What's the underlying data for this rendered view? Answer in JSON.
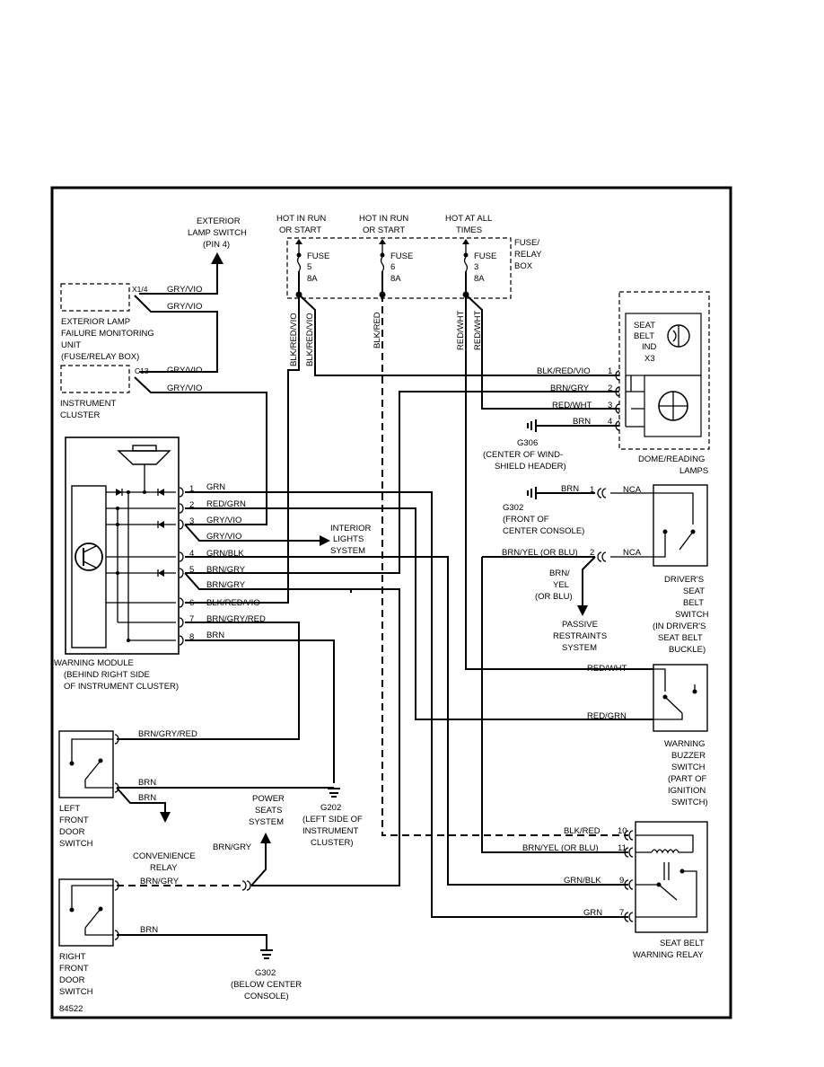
{
  "diagram_id": "84522",
  "power": {
    "hot1": [
      "HOT IN RUN",
      "OR START"
    ],
    "hot2": [
      "HOT IN RUN",
      "OR START"
    ],
    "hot3": [
      "HOT AT ALL",
      "TIMES"
    ],
    "fuse_box": [
      "FUSE/",
      "RELAY",
      "BOX"
    ],
    "fuse1": [
      "FUSE",
      "5",
      "8A"
    ],
    "fuse2": [
      "FUSE",
      "6",
      "8A"
    ],
    "fuse3": [
      "FUSE",
      "3",
      "8A"
    ]
  },
  "components": {
    "ext_lamp_switch": [
      "EXTERIOR",
      "LAMP SWITCH",
      "(PIN 4)"
    ],
    "failure_unit": [
      "EXTERIOR LAMP",
      "FAILURE MONITORING",
      "UNIT",
      "(FUSE/RELAY BOX)"
    ],
    "failure_conn": "X1/4",
    "cluster": [
      "INSTRUMENT",
      "CLUSTER"
    ],
    "cluster_conn": "C13",
    "warning_module": [
      "WARNING MODULE",
      "(BEHIND RIGHT SIDE",
      "OF INSTRUMENT CLUSTER)"
    ],
    "interior_lights": [
      "INTERIOR",
      "LIGHTS",
      "SYSTEM"
    ],
    "seat_belt_ind": [
      "SEAT",
      "BELT",
      "IND",
      "X3"
    ],
    "dome_lamps": [
      "DOME/READING",
      "LAMPS"
    ],
    "g306": [
      "G306",
      "(CENTER OF WIND-",
      "SHIELD HEADER)"
    ],
    "g302_front": [
      "G302",
      "(FRONT OF",
      "CENTER CONSOLE)"
    ],
    "drivers_switch": [
      "DRIVER'S",
      "SEAT",
      "BELT",
      "SWITCH",
      "(IN DRIVER'S",
      "SEAT BELT",
      "BUCKLE)"
    ],
    "passive": [
      "PASSIVE",
      "RESTRAINTS",
      "SYSTEM"
    ],
    "passive_wire": [
      "BRN/",
      "YEL",
      "(OR BLU)"
    ],
    "buzzer_switch": [
      "WARNING",
      "BUZZER",
      "SWITCH",
      "(PART OF",
      "IGNITION",
      "SWITCH)"
    ],
    "relay": [
      "SEAT BELT",
      "WARNING RELAY"
    ],
    "left_door": [
      "LEFT",
      "FRONT",
      "DOOR",
      "SWITCH"
    ],
    "right_door": [
      "RIGHT",
      "FRONT",
      "DOOR",
      "SWITCH"
    ],
    "convenience": [
      "CONVENIENCE",
      "RELAY"
    ],
    "power_seats": [
      "POWER",
      "SEATS",
      "SYSTEM"
    ],
    "g202": [
      "G202",
      "(LEFT SIDE OF",
      "INSTRUMENT",
      "CLUSTER)"
    ],
    "g302_below": [
      "G302",
      "(BELOW CENTER",
      "CONSOLE)"
    ],
    "nca": "NCA"
  },
  "wires": {
    "gry_vio": "GRY/VIO",
    "blk_red_vio": "BLK/RED/VIO",
    "blk_red": "BLK/RED",
    "red_wht": "RED/WHT",
    "brn_gry": "BRN/GRY",
    "brn": "BRN",
    "grn": "GRN",
    "red_grn": "RED/GRN",
    "grn_blk": "GRN/BLK",
    "brn_gry_red": "BRN/GRY/RED",
    "brn_yel_blu": "BRN/YEL (OR BLU)"
  },
  "module_pins": [
    "1",
    "2",
    "3",
    "4",
    "5",
    "6",
    "7",
    "8"
  ],
  "module_wires": [
    "GRN",
    "RED/GRN",
    "GRY/VIO",
    "GRN/BLK",
    "BRN/GRY",
    "BLK/RED/VIO",
    "BRN/GRY/RED",
    "BRN"
  ],
  "dome_pins": [
    "1",
    "2",
    "3",
    "4"
  ],
  "relay_pins": [
    "10",
    "11",
    "9",
    "7"
  ],
  "switch_pins": [
    "1",
    "2"
  ]
}
